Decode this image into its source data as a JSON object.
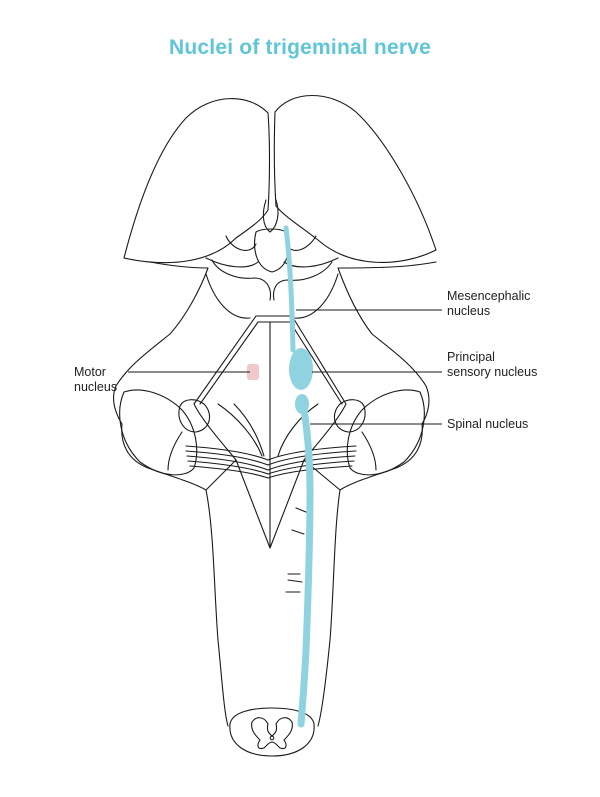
{
  "title": "Nuclei of trigeminal nerve",
  "colors": {
    "accent": "#5ec6d8",
    "nucleus": "#8fd3e1",
    "motor_nucleus": "#f0c8cc",
    "outline": "#1a1a1a"
  },
  "labels": {
    "mesencephalic": {
      "line1": "Mesencephalic",
      "line2": "nucleus"
    },
    "principal": {
      "line1": "Principal",
      "line2": "sensory nucleus"
    },
    "spinal": {
      "line1": "Spinal nucleus"
    },
    "motor": {
      "line1": "Motor",
      "line2": "nucleus"
    }
  }
}
